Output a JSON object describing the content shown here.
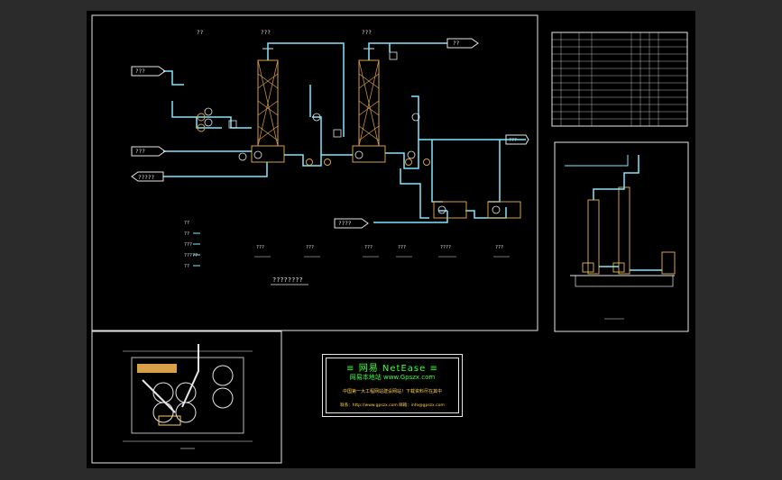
{
  "watermark": {
    "line1": "≡ 网易 NetEase ≡",
    "line2": "网易本地站   www.Gpszx.com",
    "line3": "中国第一大工程网站建设网站！下载资料尽在其中",
    "line4": "联系：http://www.gpszx.com  邮箱：info@gpszx.com"
  },
  "flow": {
    "stream_left_1": "???",
    "stream_left_2": "???",
    "stream_left_3": "?????",
    "stream_bottom": "????",
    "stream_top_right": "??",
    "stream_mid_right": "???",
    "column1_tag": "???",
    "column2_tag": "???",
    "top_left_tag": "??",
    "legend_1": "??",
    "legend_2": "??",
    "legend_3": "???",
    "legend_4": "?????",
    "legend_5": "??",
    "caption": "????????",
    "equip_1": "???",
    "equip_2": "???",
    "equip_3": "???",
    "equip_4": "???",
    "equip_5": "????",
    "equip_6": "???"
  },
  "colors": {
    "pipe": "#7fe8ff",
    "frame": "#e6e6e6",
    "vessel": "#d9a04a",
    "green": "#40ff40",
    "yellow": "#ffd24a"
  }
}
